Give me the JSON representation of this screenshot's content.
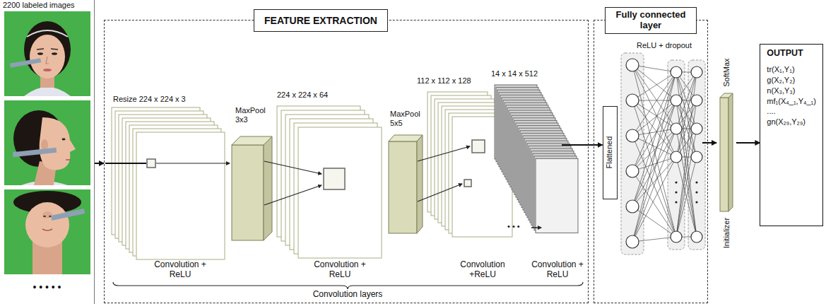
{
  "diagram": {
    "nodes": [
      {
        "text": [
          "2200 labeled images",
          "• • • • •"
        ]
      },
      {
        "text": [
          "FEATURE EXTRACTION"
        ]
      },
      {
        "text": [
          "Fully connected layer"
        ]
      },
      {
        "text": [
          "Flattened"
        ],
        "in": 2
      },
      {
        "text": [
          "SoftMax",
          "Initializer"
        ]
      },
      {
        "text": [
          "OUTPUT",
          "tr(X₁,Y₁)",
          "g(X₂,Y₂)",
          "n(X₃,Y₃)",
          "mf₁(X₄_₁,Y₄_₁)",
          "....",
          "gn(X₂₉,Y₂₉)"
        ]
      }
    ],
    "edges": [
      {
        "from": 0,
        "to": 1,
        "arrow": "to"
      },
      {
        "from": 1,
        "to": 3,
        "arrow": "to"
      },
      {
        "from": 2,
        "to": 4,
        "arrow": "to"
      },
      {
        "from": 4,
        "to": 5,
        "arrow": "to"
      }
    ],
    "labels": [
      "Resize 224 x 224 x 3",
      "MaxPool 3x3",
      "224 x 224 x 64",
      "MaxPool 5x5",
      "112 x 112 x 128",
      "14 x 14 x 512",
      "• • •",
      "Convolution + ReLU",
      "Convolution + ReLU",
      "Convolution +ReLU",
      "Convolution + ReLU",
      "Convolution layers",
      "ReLU + dropout"
    ]
  }
}
